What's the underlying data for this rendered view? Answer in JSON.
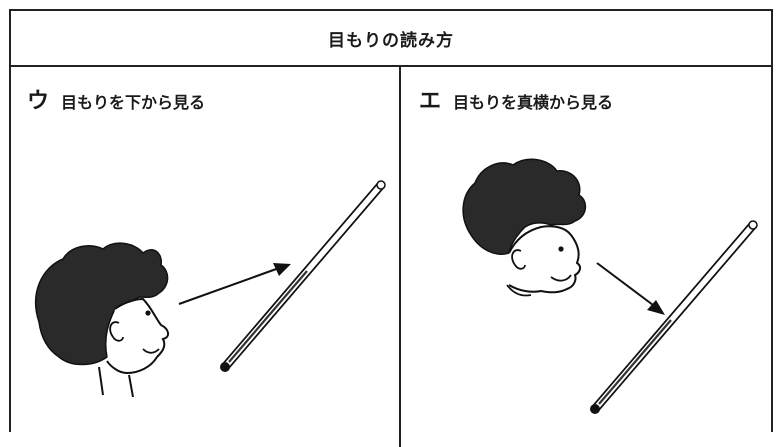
{
  "header": {
    "title": "目もりの読み方"
  },
  "panels": [
    {
      "letter": "ウ",
      "text": "目もりを下から見る"
    },
    {
      "letter": "エ",
      "text": "目もりを真横から見る"
    }
  ]
}
